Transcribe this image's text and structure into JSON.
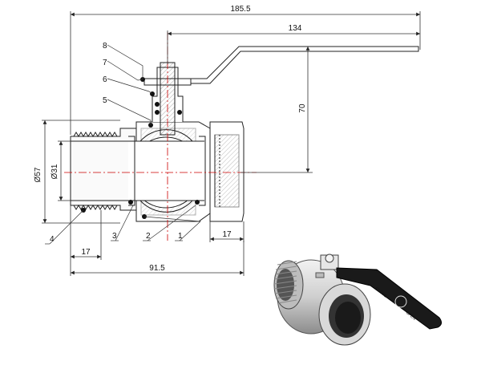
{
  "dimensions": {
    "overall_length": "185.5",
    "handle_length": "134",
    "stem_height": "70",
    "outer_diameter": "Ø57",
    "bore_diameter": "Ø31",
    "thread_length_left": "17",
    "thread_length_right": "17",
    "body_length": "91.5"
  },
  "callouts": [
    "1",
    "2",
    "3",
    "4",
    "5",
    "6",
    "7",
    "8"
  ],
  "handle_marks": {
    "open": "OPEN",
    "close": "CLOSE"
  },
  "colors": {
    "line": "#222222",
    "center_line": "#cc0000",
    "dim_line": "#333333",
    "handle_fill": "#1a1a1a"
  }
}
